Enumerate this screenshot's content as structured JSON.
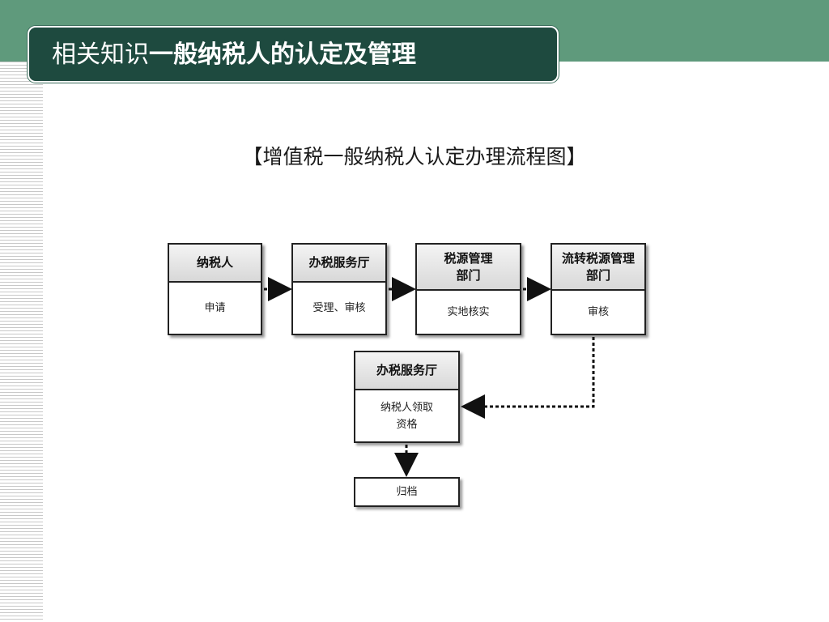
{
  "header": {
    "title_prefix": "相关知识",
    "title_main": "一般纳税人的认定及管理"
  },
  "diagram": {
    "heading": "【增值税一般纳税人认定办理流程图】",
    "nodes": [
      {
        "id": "n1",
        "header": "纳税人",
        "body": "申请"
      },
      {
        "id": "n2",
        "header": "办税服务厅",
        "body": "受理、审核"
      },
      {
        "id": "n3",
        "header": "税源管理部门",
        "body": "实地核实"
      },
      {
        "id": "n4",
        "header": "流转税源管理部门",
        "body": "审核"
      },
      {
        "id": "n5",
        "header": "办税服务厅",
        "body": "纳税人领取资格"
      },
      {
        "id": "n6",
        "header": "",
        "body": "归档"
      }
    ],
    "edges": [
      {
        "from": "n1",
        "to": "n2"
      },
      {
        "from": "n2",
        "to": "n3"
      },
      {
        "from": "n3",
        "to": "n4"
      },
      {
        "from": "n4",
        "to": "n5"
      },
      {
        "from": "n5",
        "to": "n6"
      }
    ]
  },
  "colors": {
    "band": "#5f9a7c",
    "title_bg": "#1e4a3f",
    "node_border": "#222222"
  }
}
